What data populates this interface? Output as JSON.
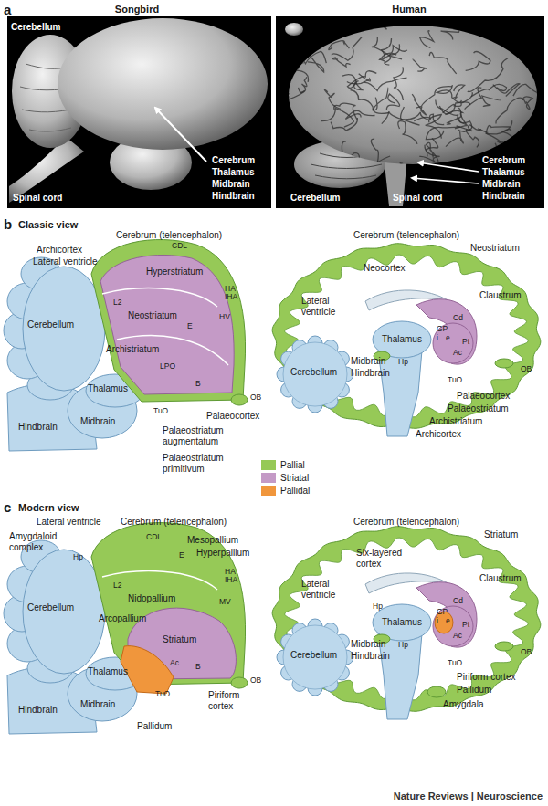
{
  "diagram": {
    "labels": [
      "a",
      "Songbird",
      "Human",
      "Cerebellum",
      "Cerebrum",
      "Thalamus",
      "Midbrain",
      "Hindbrain",
      "Spinal cord",
      "Cerebrum",
      "Thalamus",
      "Midbrain",
      "Hindbrain",
      "Cerebellum",
      "Spinal cord",
      "b",
      "Classic view",
      "Cerebrum (telencephalon)",
      "Cerebrum (telencephalon)",
      "Archicortex",
      "Lateral ventricle",
      "CDL",
      "Hyperstriatum",
      "HA",
      "IHA",
      "HV",
      "L2",
      "Neostriatum",
      "E",
      "Archistriatum",
      "Cerebellum",
      "LPO",
      "B",
      "Thalamus",
      "TuO",
      "OB",
      "Palaeocortex",
      "Hindbrain",
      "Midbrain",
      "Palaeostriatum augmentatum",
      "Palaeostriatum primitivum",
      "Neostriatum",
      "Neocortex",
      "Lateral ventricle",
      "Claustrum",
      "Thalamus",
      "Cd",
      "GP",
      "i",
      "e",
      "Pt",
      "Ac",
      "Midbrain",
      "Cerebellum",
      "Hindbrain",
      "Hp",
      "OB",
      "TuO",
      "Palaeocortex",
      "Palaeostriatum",
      "Archistriatum",
      "Archicortex",
      "c",
      "Modern view",
      "Lateral ventricle",
      "Cerebrum (telencephalon)",
      "Cerebrum (telencephalon)",
      "Striatum",
      "Amygdaloid complex",
      "Hp",
      "Mesopallium",
      "CDL",
      "Hyperpallium",
      "Six-layered cortex",
      "Claustrum",
      "Cerebellum",
      "HA",
      "IHA",
      "L2",
      "Nidopallium",
      "E",
      "MV",
      "Lateral ventricle",
      "Arcopallium",
      "Striatum",
      "Thalamus",
      "Cd",
      "GP",
      "i",
      "e",
      "Pt",
      "Ac",
      "Ac",
      "B",
      "Cerebellum",
      "Midbrain",
      "Hindbrain",
      "Hp",
      "OB",
      "OB",
      "TuO",
      "TuO",
      "Hindbrain",
      "Midbrain",
      "Piriform cortex",
      "Piriform cortex",
      "Pallidum",
      "Thalamus",
      "Pallidum",
      "Amygdala",
      "Hp",
      "Nature Reviews | Neuroscience"
    ],
    "legend": [
      {
        "text": "Pallial",
        "color": "#96c957"
      },
      {
        "text": "Striatal",
        "color": "#c49ac6"
      },
      {
        "text": "Pallidal",
        "color": "#f0963c"
      }
    ]
  }
}
